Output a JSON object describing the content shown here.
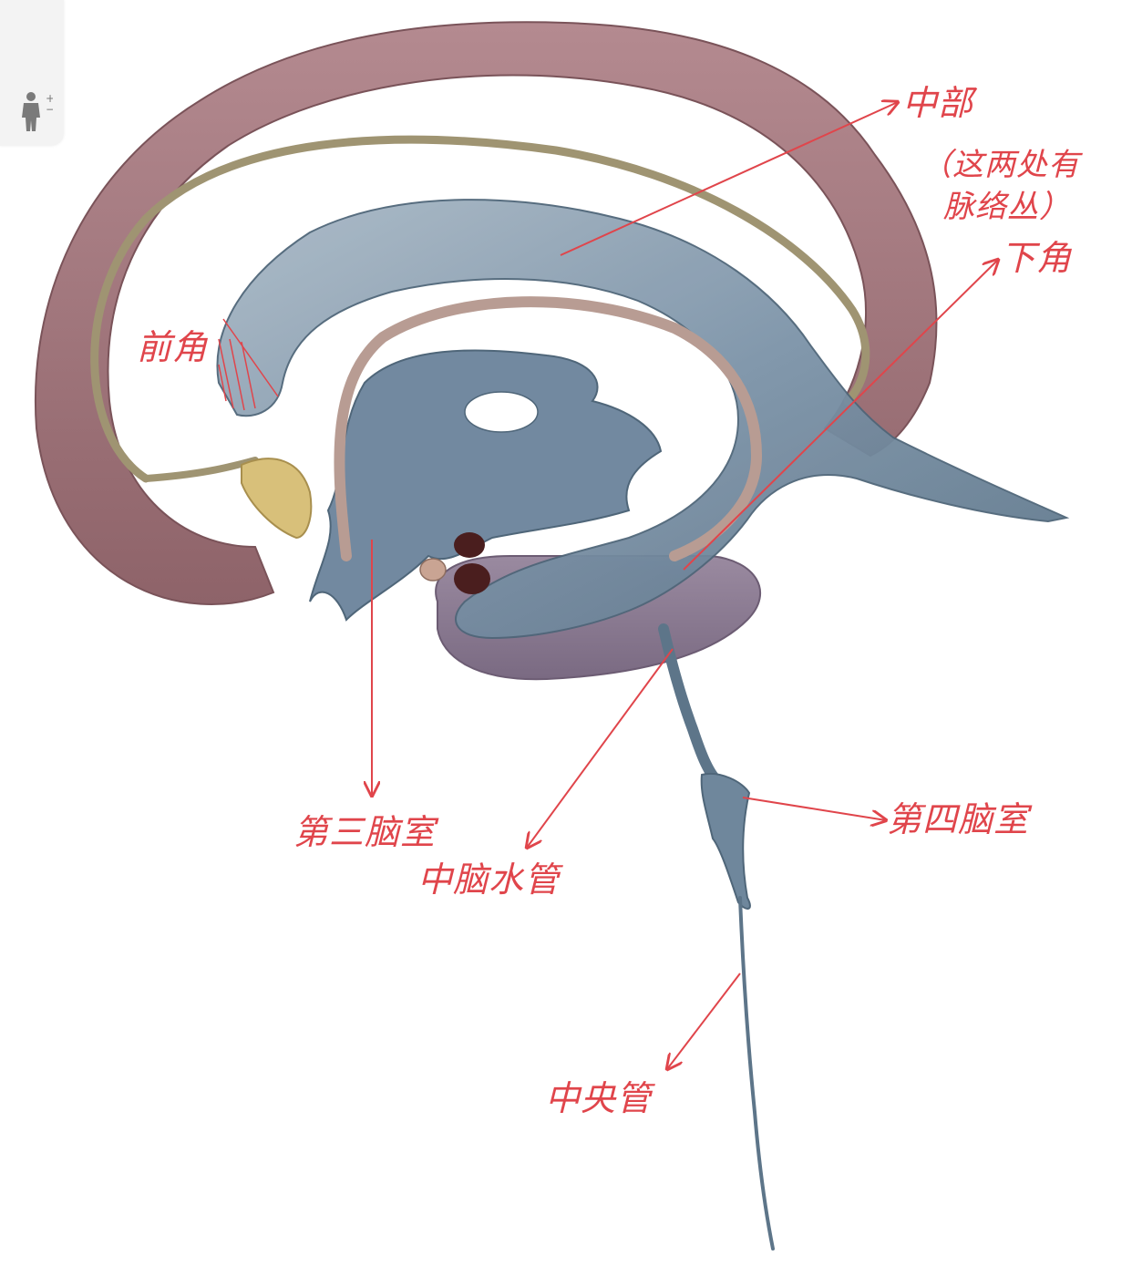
{
  "toolbar": {
    "icon": "human-body-icon",
    "plus_sign": "+",
    "minus_sign": "−"
  },
  "colors": {
    "annotation": "#e0454b",
    "ventricle": "#7f97ab",
    "cortex": "#9b6e74",
    "fornix": "#9f9472",
    "bulb": "#d8c07a",
    "nuclei": "#4a1e1e"
  },
  "annotations": {
    "central_part": "中部",
    "choroid_note_line1": "（这两处有",
    "choroid_note_line2": "脉络丛）",
    "inferior_horn": "下角",
    "anterior_horn": "前角",
    "third_ventricle": "第三脑室",
    "cerebral_aqueduct": "中脑水管",
    "fourth_ventricle": "第四脑室",
    "central_canal": "中央管"
  }
}
